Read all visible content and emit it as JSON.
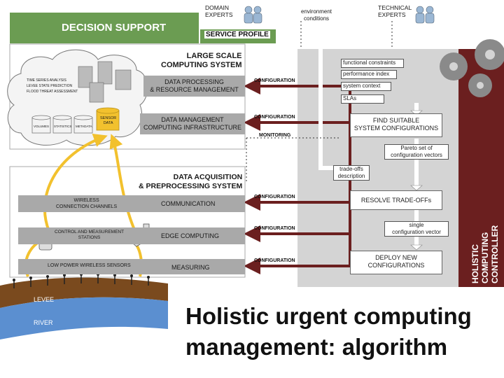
{
  "header": {
    "decision_support": "DECISION SUPPORT",
    "domain_experts": "DOMAIN\nEXPERTS",
    "service_profile": "SERVICE PROFILE",
    "environment_conditions": "environment\nconditions",
    "technical_experts": "TECHNICAL\nEXPERTS"
  },
  "large_scale": {
    "title": "LARGE SCALE\nCOMPUTING SYSTEM",
    "cloud_items": [
      "TIME SERIES ANALYSIS",
      "LEVEE STATE PREDICTION",
      "FLOOD THREAT ASSESSMENT"
    ],
    "db_labels": [
      "VOLUMES",
      "STATISTICS",
      "METADATA"
    ],
    "sensor_data": "SENSOR\nDATA",
    "data_processing": "DATA PROCESSING\n& RESOURCE MANAGEMENT",
    "data_management": "DATA MANAGEMENT\nCOMPUTING INFRASTRUCTURE"
  },
  "acquisition": {
    "title": "DATA ACQUISITION\n& PREPROCESSING SYSTEM",
    "wireless_channels": "WIRELESS\nCONNECTION CHANNELS",
    "communication": "COMMUNICATION",
    "control_stations": "CONTROL AND MEASUREMENT\nSTATIONS",
    "edge_computing": "EDGE COMPUTING",
    "low_power_sensors": "LOW POWER WIRELESS SENSORS",
    "measuring": "MEASURING"
  },
  "links": {
    "configuration": "CONFIGURATION",
    "monitoring": "MONITORING"
  },
  "controller": {
    "title": "HOLISTIC\nCOMPUTING\nCONTROLLER",
    "functional_constraints": "functional constraints",
    "performance_index": "performance index",
    "system_context": "system context",
    "slas": "SLAs",
    "find_configurations": "FIND SUITABLE\nSYSTEM CONFIGURATIONS",
    "pareto_set": "Pareto set of\nconfiguration vectors",
    "tradeoffs": "trade-offs\ndescription",
    "resolve_tradeoffs": "RESOLVE TRADE-OFFs",
    "single_vector": "single\nconfiguration vector",
    "deploy": "DEPLOY NEW\nCONFIGURATIONS"
  },
  "ground": {
    "levee": "LEVEE",
    "river": "RIVER"
  },
  "caption": "Holistic urgent computing management: algorithm",
  "colors": {
    "header_green": "#6b9c52",
    "arrow_maroon": "#6b1f1f",
    "sensor_yellow": "#f2c12e",
    "controller_gray": "#d4d4d4",
    "band_gray": "#a9a9a9",
    "levee_brown": "#7a4a1e",
    "river_blue": "#5b8fd0"
  }
}
